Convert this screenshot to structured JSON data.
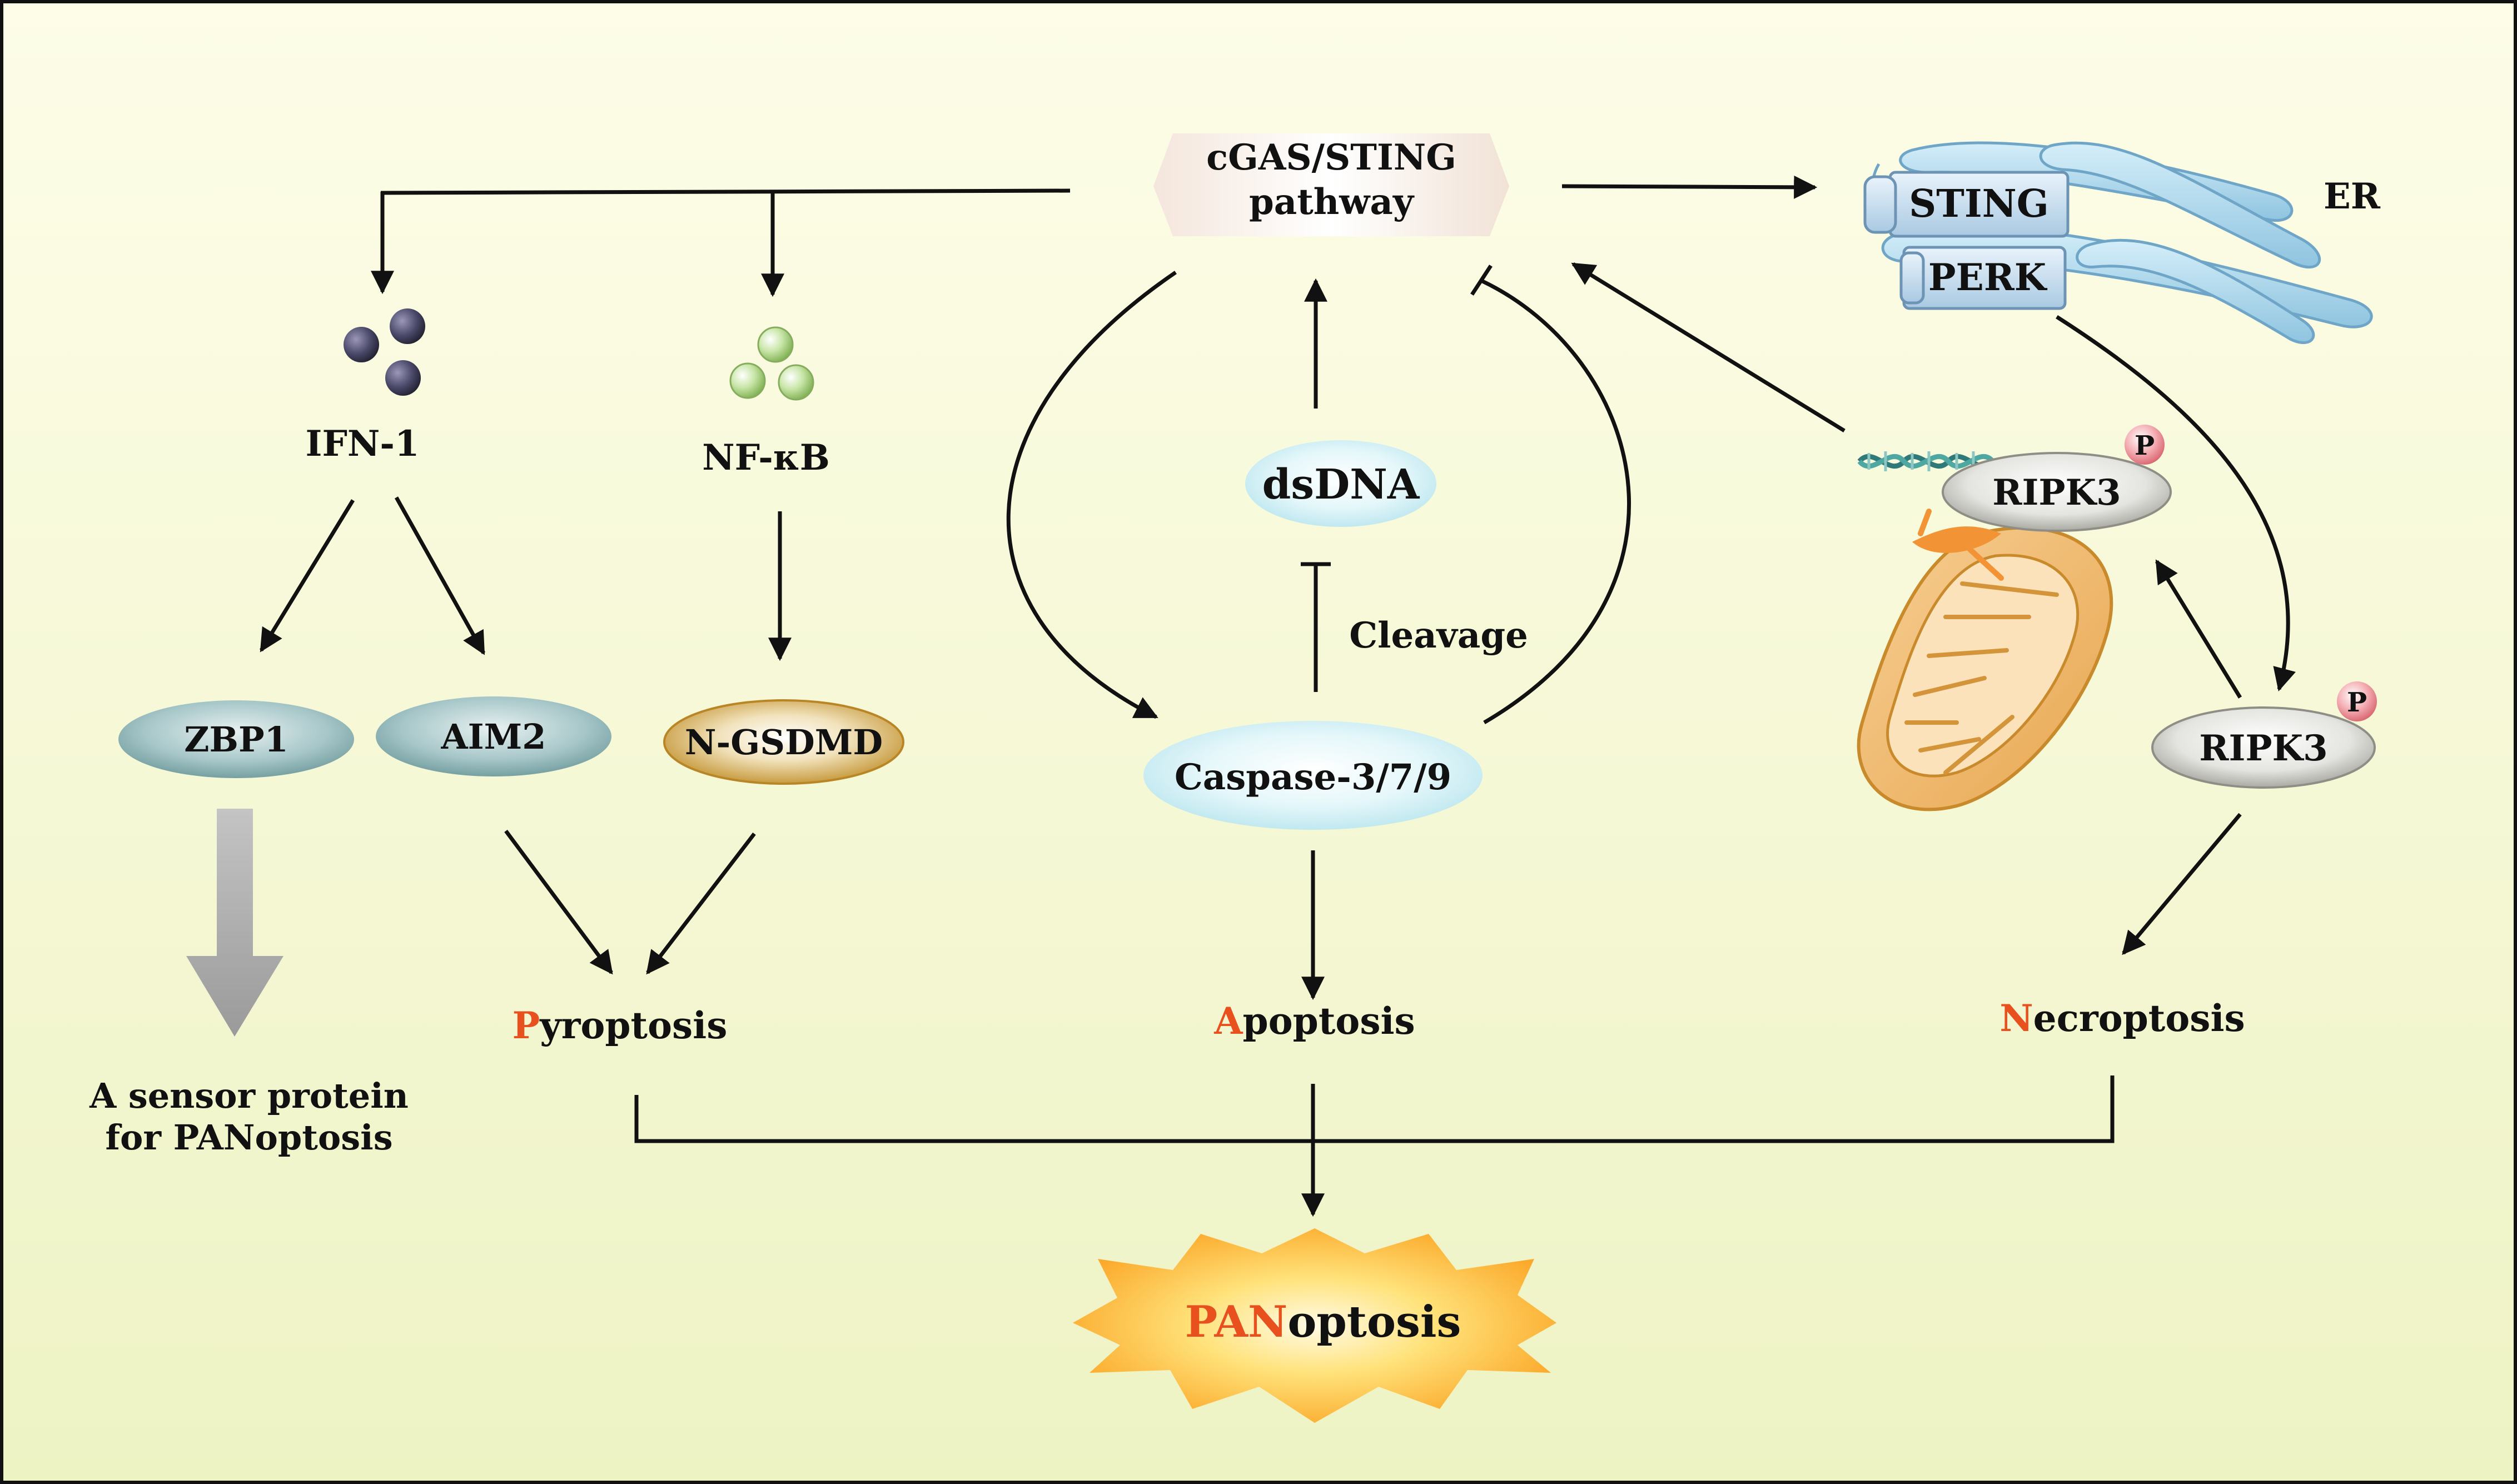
{
  "nodes": {
    "cgas_line1": "cGAS/STING",
    "cgas_line2": "pathway",
    "er": "ER",
    "sting": "STING",
    "perk": "PERK",
    "ifn": "IFN-1",
    "nfkb": "NF-κB",
    "dsdna": "dsDNA",
    "cleavage": "Cleavage",
    "ripk3_mito": "RIPK3",
    "ripk3": "RIPK3",
    "phospho": "P",
    "zbp1": "ZBP1",
    "aim2": "AIM2",
    "ngsdmd": "N-GSDMD",
    "caspase": "Caspase-3/7/9"
  },
  "outcomes": {
    "pyroptosis_initial": "P",
    "pyroptosis_rest": "yroptosis",
    "apoptosis_initial": "A",
    "apoptosis_rest": "poptosis",
    "necroptosis_initial": "N",
    "necroptosis_rest": "ecroptosis",
    "panoptosis_initial": "PAN",
    "panoptosis_rest": "optosis"
  },
  "sensor_note": {
    "line1": "A sensor protein",
    "line2": "for PANoptosis"
  },
  "colors": {
    "background_top": "#fbfbe4",
    "background_bottom": "#eef3c4",
    "accent_red": "#e8501e",
    "burst": "#fba92a"
  }
}
